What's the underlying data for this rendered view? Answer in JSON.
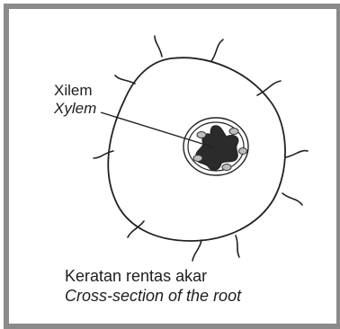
{
  "labels": {
    "xylem_ms": "Xilem",
    "xylem_en": "Xylem"
  },
  "caption": {
    "ms": "Keratan rentas akar",
    "en": "Cross-section of the root"
  }
}
